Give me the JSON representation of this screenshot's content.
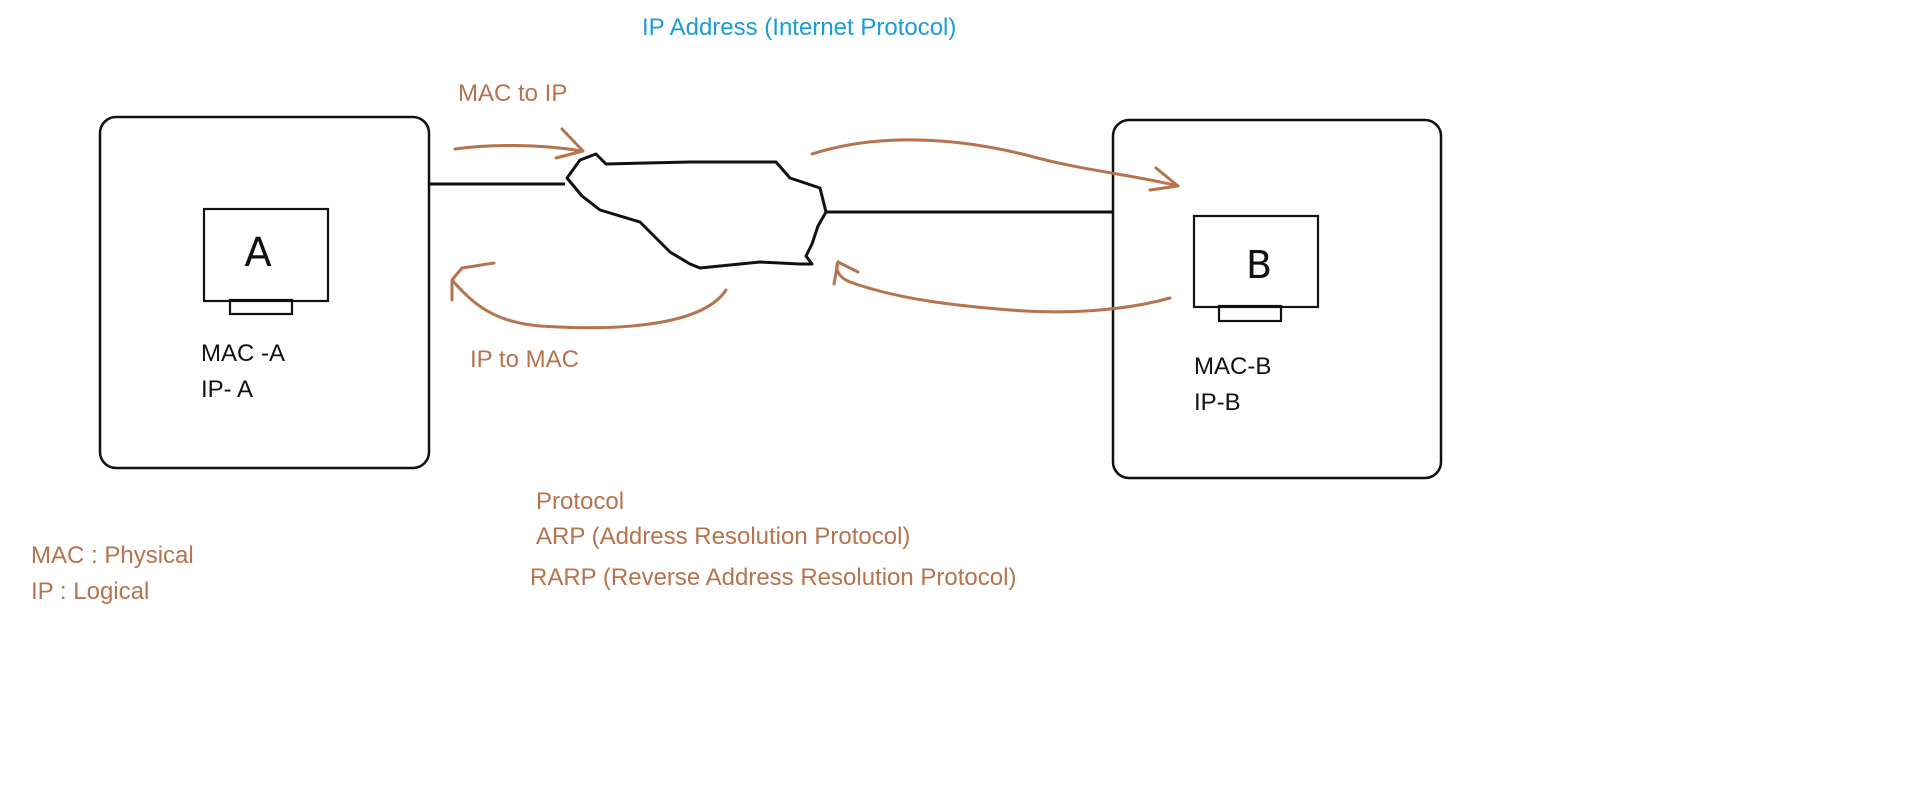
{
  "title": "IP Address (Internet Protocol)",
  "colors": {
    "accent_blue": "#1a9cd8",
    "annotation_brown": "#b5734e",
    "ink": "#111111"
  },
  "arrows": {
    "top_label": "MAC to IP",
    "bottom_label": "IP to MAC"
  },
  "host_a": {
    "screen_letter": "A",
    "mac": "MAC -A",
    "ip": "IP- A"
  },
  "host_b": {
    "screen_letter": "B",
    "mac": "MAC-B",
    "ip": "IP-B"
  },
  "protocols": {
    "heading": "Protocol",
    "arp": "ARP (Address Resolution Protocol)",
    "rarp": "RARP (Reverse Address Resolution Protocol)"
  },
  "legend": {
    "mac": "MAC : Physical",
    "ip": "IP : Logical"
  }
}
